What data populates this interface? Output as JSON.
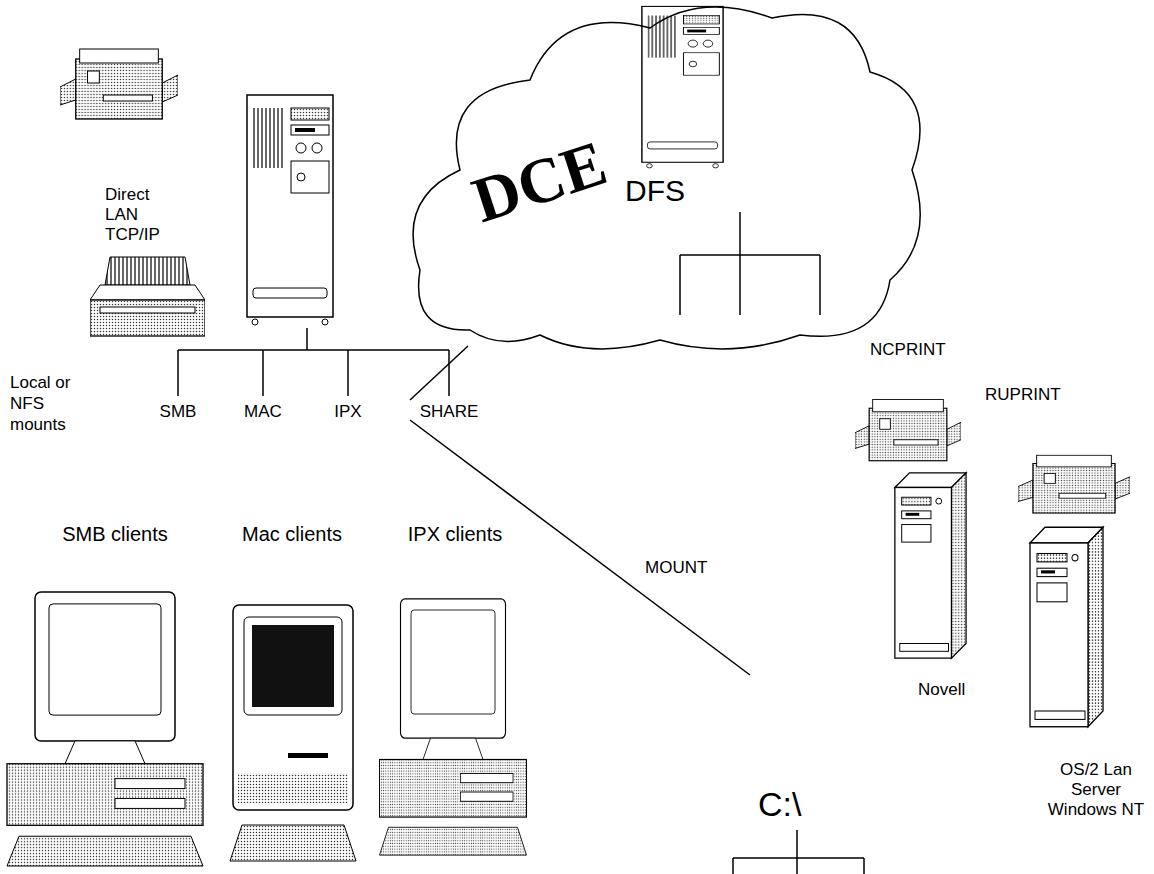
{
  "diagram": {
    "nodes": [
      {
        "text": [
          "DCE",
          "DFS"
        ]
      }
    ],
    "labels": [
      "Direct LAN TCP/IP",
      "Local or NFS mounts",
      "SMB",
      "MAC",
      "IPX",
      "SHARE",
      "SMB clients",
      "Mac clients",
      "IPX clients",
      "MOUNT",
      "NCPRINT",
      "RUPRINT",
      "C:\\",
      "Novell",
      "OS/2 Lan Server Windows NT"
    ]
  }
}
